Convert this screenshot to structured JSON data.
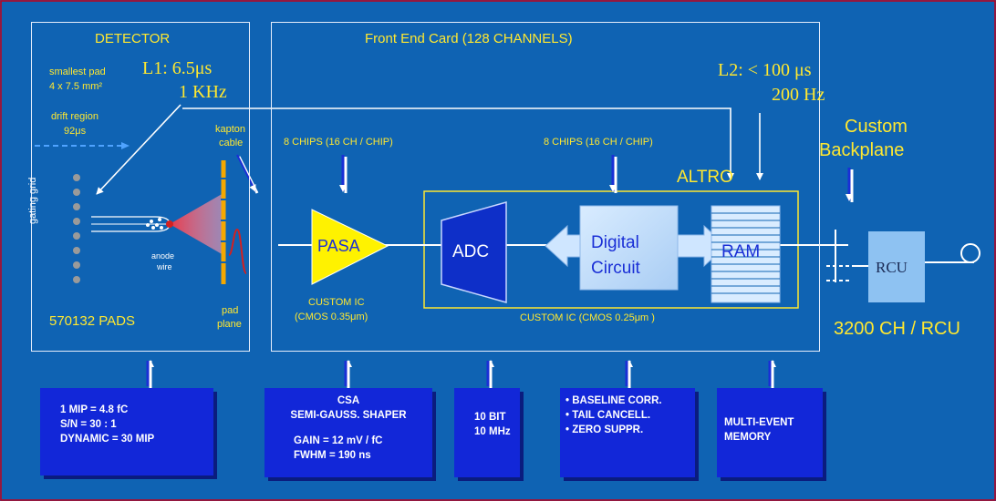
{
  "detector": {
    "title": "DETECTOR",
    "smallest_pad_1": "smallest pad",
    "smallest_pad_2": "4 x 7.5 mm²",
    "drift_1": "drift region",
    "drift_2": "92μs",
    "gating_grid": "gating grid",
    "anode_1": "anode",
    "anode_2": "wire",
    "kapton_1": "kapton",
    "kapton_2": "cable",
    "pad_plane_1": "pad",
    "pad_plane_2": "plane",
    "pads": "570132 PADS"
  },
  "triggers": {
    "l1_line1": "L1: 6.5μs",
    "l1_line2": "1 KHz",
    "l2_line1": "L2: < 100 μs",
    "l2_line2": "200 Hz"
  },
  "fec": {
    "title": "Front End Card (128 CHANNELS)",
    "chips_left": "8 CHIPS  (16 CH / CHIP)",
    "chips_right": "8 CHIPS (16 CH / CHIP)",
    "altro": "ALTRO",
    "pasa": "PASA",
    "adc": "ADC",
    "digital_1": "Digital",
    "digital_2": "Circuit",
    "ram": "RAM",
    "custom_ic_left_1": "CUSTOM IC",
    "custom_ic_left_2": "(CMOS 0.35μm)",
    "custom_ic_right": "CUSTOM IC (CMOS 0.25μm )"
  },
  "backplane": {
    "line1": "Custom",
    "line2": "Backplane",
    "rcu": "RCU",
    "ch_rcu": "3200 CH / RCU"
  },
  "params": {
    "detector": [
      "1 MIP = 4.8 fC",
      "S/N    = 30 : 1",
      "DYNAMIC = 30 MIP"
    ],
    "pasa_title_1": "CSA",
    "pasa_title_2": "SEMI-GAUSS. SHAPER",
    "pasa": [
      "GAIN  = 12 mV / fC",
      "FWHM = 190 ns"
    ],
    "adc": [
      "10 BIT",
      "10 MHz"
    ],
    "digital": [
      "• BASELINE CORR.",
      "• TAIL CANCELL.",
      "•  ZERO SUPPR."
    ],
    "memory": [
      "MULTI-EVENT",
      "MEMORY"
    ]
  },
  "colors": {
    "background": "#0f63b3",
    "label_yellow": "#ffe830",
    "param_box": "#1227d8",
    "arrow_blue": "#1a2fd6"
  }
}
